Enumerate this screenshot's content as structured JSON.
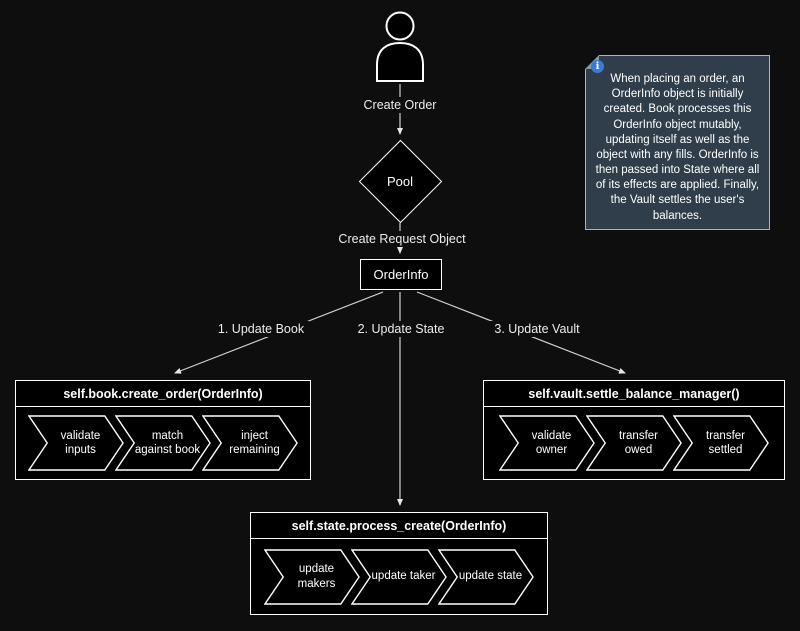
{
  "colors": {
    "bg": "#0e0e0e",
    "line": "#d0d0d0",
    "note_bg": "#2f3e4a",
    "accent_blue": "#3b7ad9"
  },
  "nodes": {
    "pool": "Pool",
    "order_info": "OrderInfo"
  },
  "edges": {
    "create_order": "Create Order",
    "create_request": "Create Request Object",
    "update_book": "1. Update Book",
    "update_state": "2. Update State",
    "update_vault": "3. Update Vault"
  },
  "groups": {
    "book": {
      "title": "self.book.create_order(OrderInfo)",
      "steps": [
        "validate inputs",
        "match against book",
        "inject remaining"
      ]
    },
    "state": {
      "title": "self.state.process_create(OrderInfo)",
      "steps": [
        "update makers",
        "update taker",
        "update state"
      ]
    },
    "vault": {
      "title": "self.vault.settle_balance_manager()",
      "steps": [
        "validate owner",
        "transfer owed",
        "transfer settled"
      ]
    }
  },
  "note": {
    "icon": "ℹ",
    "text": "When placing an order, an OrderInfo object is initially created. Book processes this OrderInfo object mutably, updating itself as well as the object with any fills. OrderInfo is then passed into State where all of its effects are applied. Finally, the Vault settles the user's balances."
  }
}
